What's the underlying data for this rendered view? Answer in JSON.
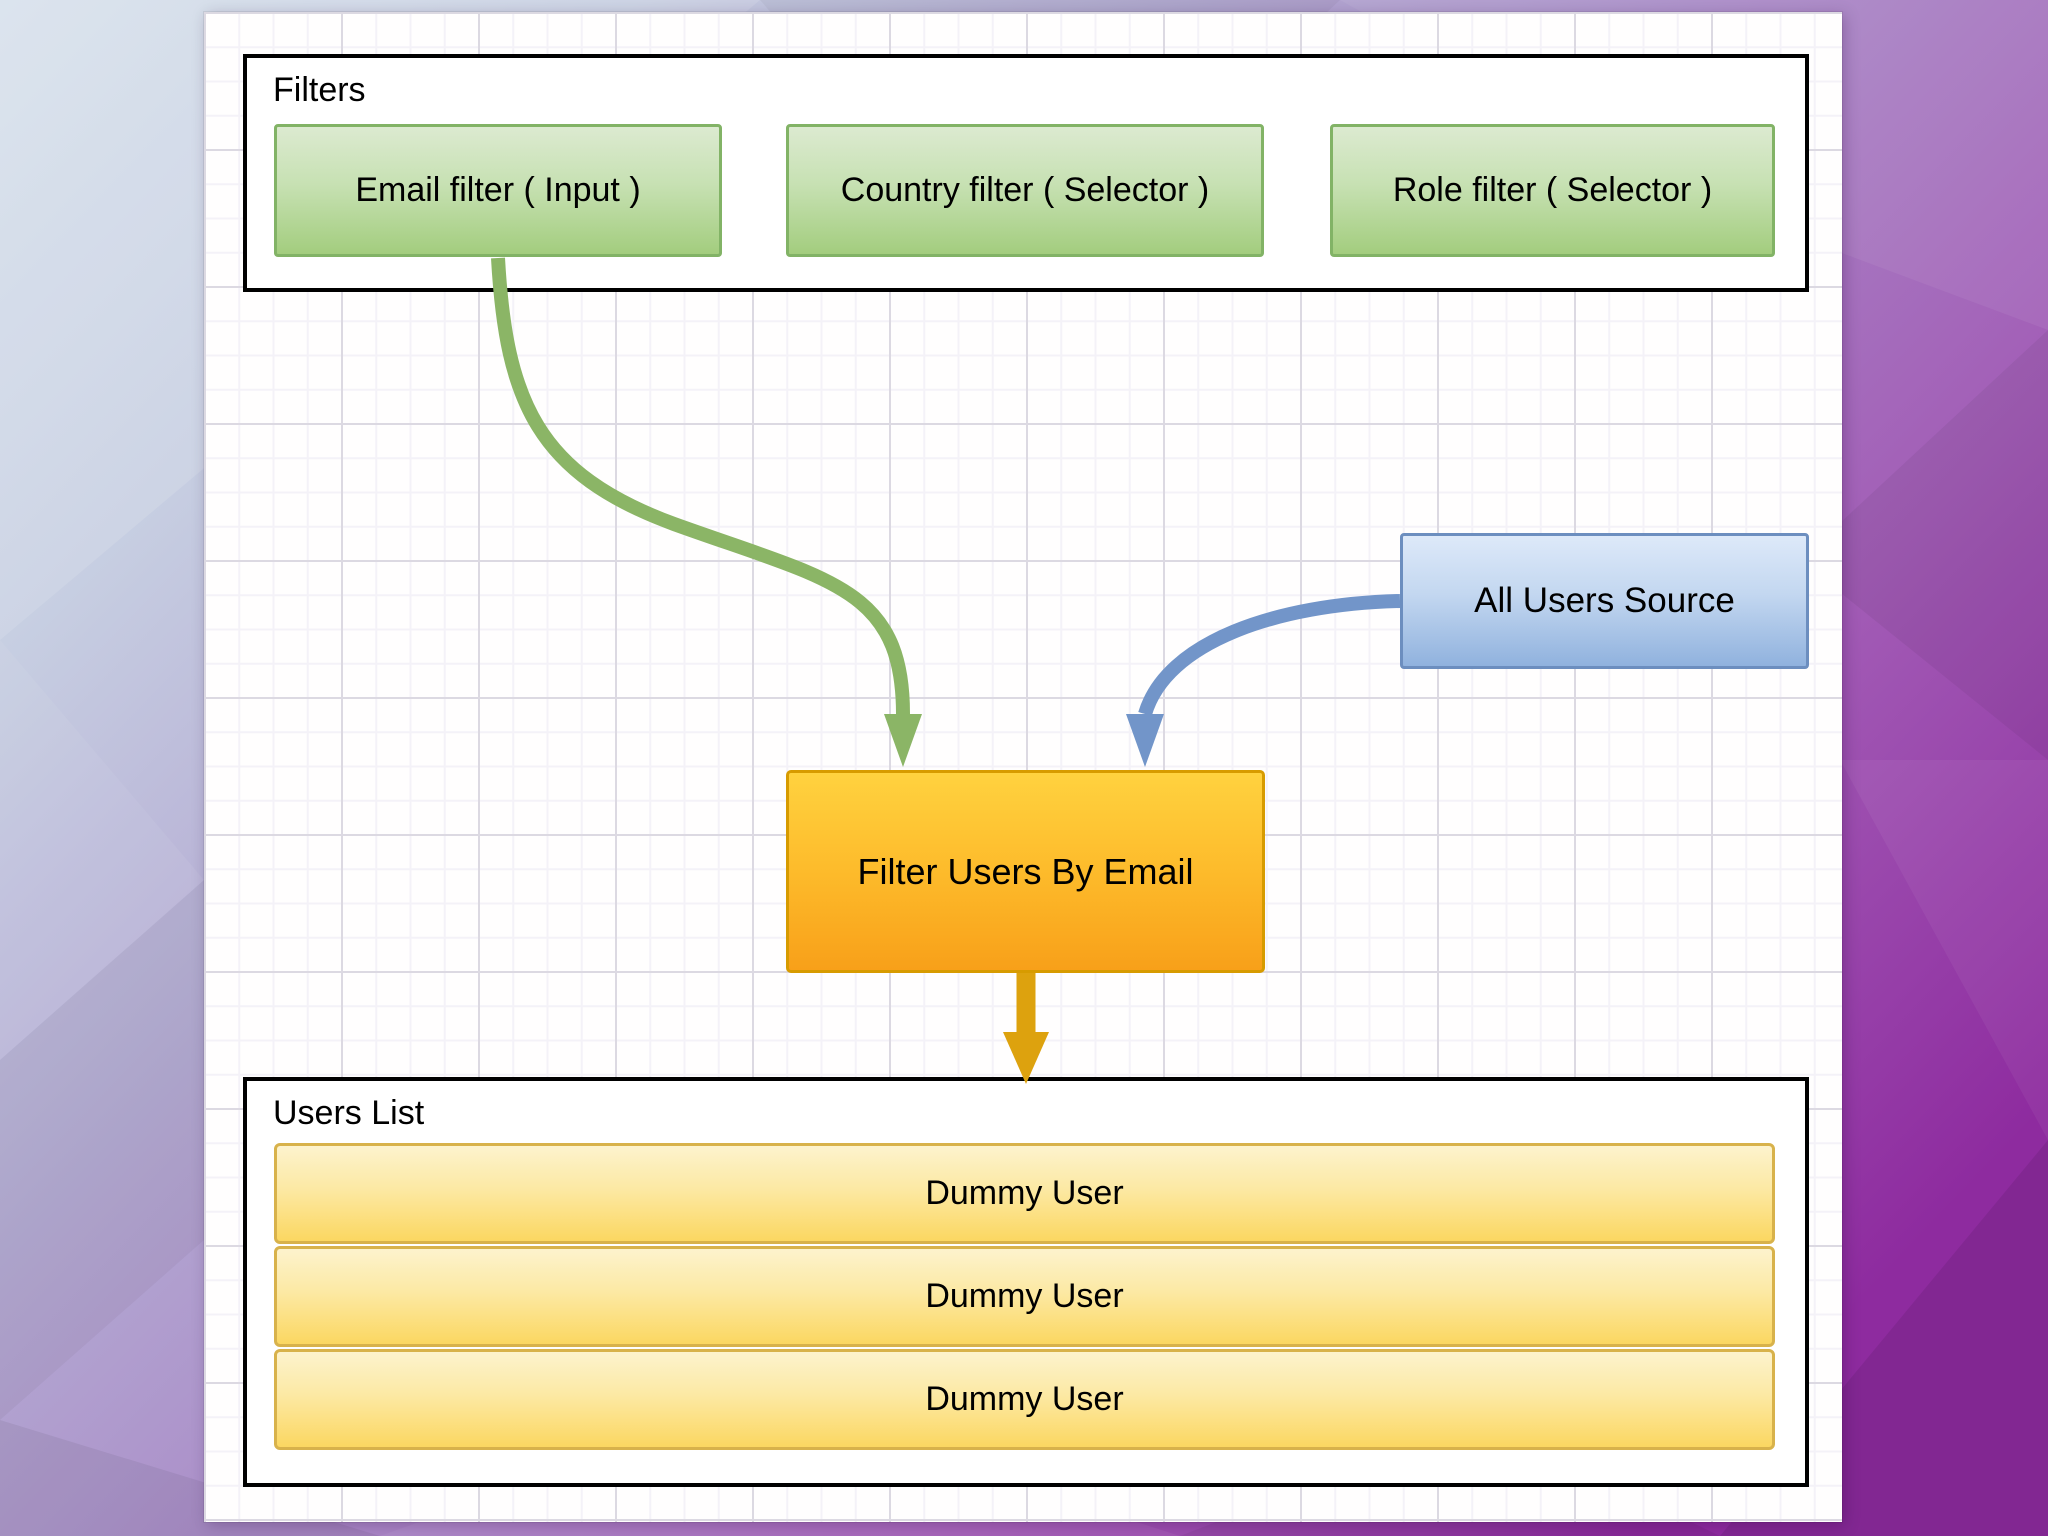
{
  "background": {
    "style": "low-poly-gradient",
    "colors": {
      "top_left": "#d7e1ec",
      "lavender": "#b3a8d2",
      "purple": "#a25cb6",
      "magenta_bottom_right": "#8e2b9f"
    }
  },
  "canvas": {
    "fill": "#fffefe",
    "grid_minor_color": "#f4f2f8",
    "grid_major_color": "#dcd9e2"
  },
  "diagram": {
    "filters_group": {
      "title": "Filters",
      "fill_top": "#dcead0",
      "fill_bottom": "#a3cd7e",
      "border": "#82b366",
      "boxes": [
        {
          "label": "Email filter ( Input )"
        },
        {
          "label": "Country filter ( Selector )"
        },
        {
          "label": "Role filter ( Selector )"
        }
      ]
    },
    "source_box": {
      "label": "All Users Source",
      "fill_top": "#dde9f9",
      "fill_bottom": "#90b2de",
      "border": "#6c8ebf"
    },
    "process_box": {
      "label": "Filter Users By Email",
      "fill_top": "#ffd23f",
      "fill_bottom": "#f8a019",
      "border": "#d79b00"
    },
    "users_list_group": {
      "title": "Users List",
      "row_fill_top": "#fdf3cd",
      "row_fill_bottom": "#fbd761",
      "row_border": "#d8b24b",
      "rows": [
        {
          "label": "Dummy User"
        },
        {
          "label": "Dummy User"
        },
        {
          "label": "Dummy User"
        }
      ]
    },
    "arrows": [
      {
        "name": "email-filter-to-process",
        "color": "#8bb566"
      },
      {
        "name": "all-users-source-to-process",
        "color": "#7295c9"
      },
      {
        "name": "process-to-users-list",
        "color": "#dda20e"
      }
    ]
  }
}
